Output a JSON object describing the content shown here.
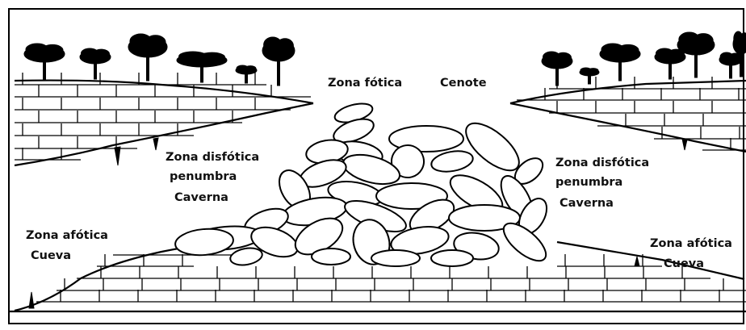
{
  "labels": {
    "zona_fotica": "Zona fótica",
    "cenote": "Cenote",
    "left_disfotica": "Zona disfótica",
    "left_penumbra": "penumbra",
    "left_caverna": "Caverna",
    "right_disfotica": "Zona disfótica",
    "right_penumbra": "penumbra",
    "right_caverna": "Caverna",
    "left_afotica": "Zona afótica",
    "left_cueva": "Cueva",
    "right_afotica": "Zona afótica",
    "right_cueva": "Cueva"
  },
  "colors": {
    "line": "#000000",
    "background": "#ffffff"
  }
}
